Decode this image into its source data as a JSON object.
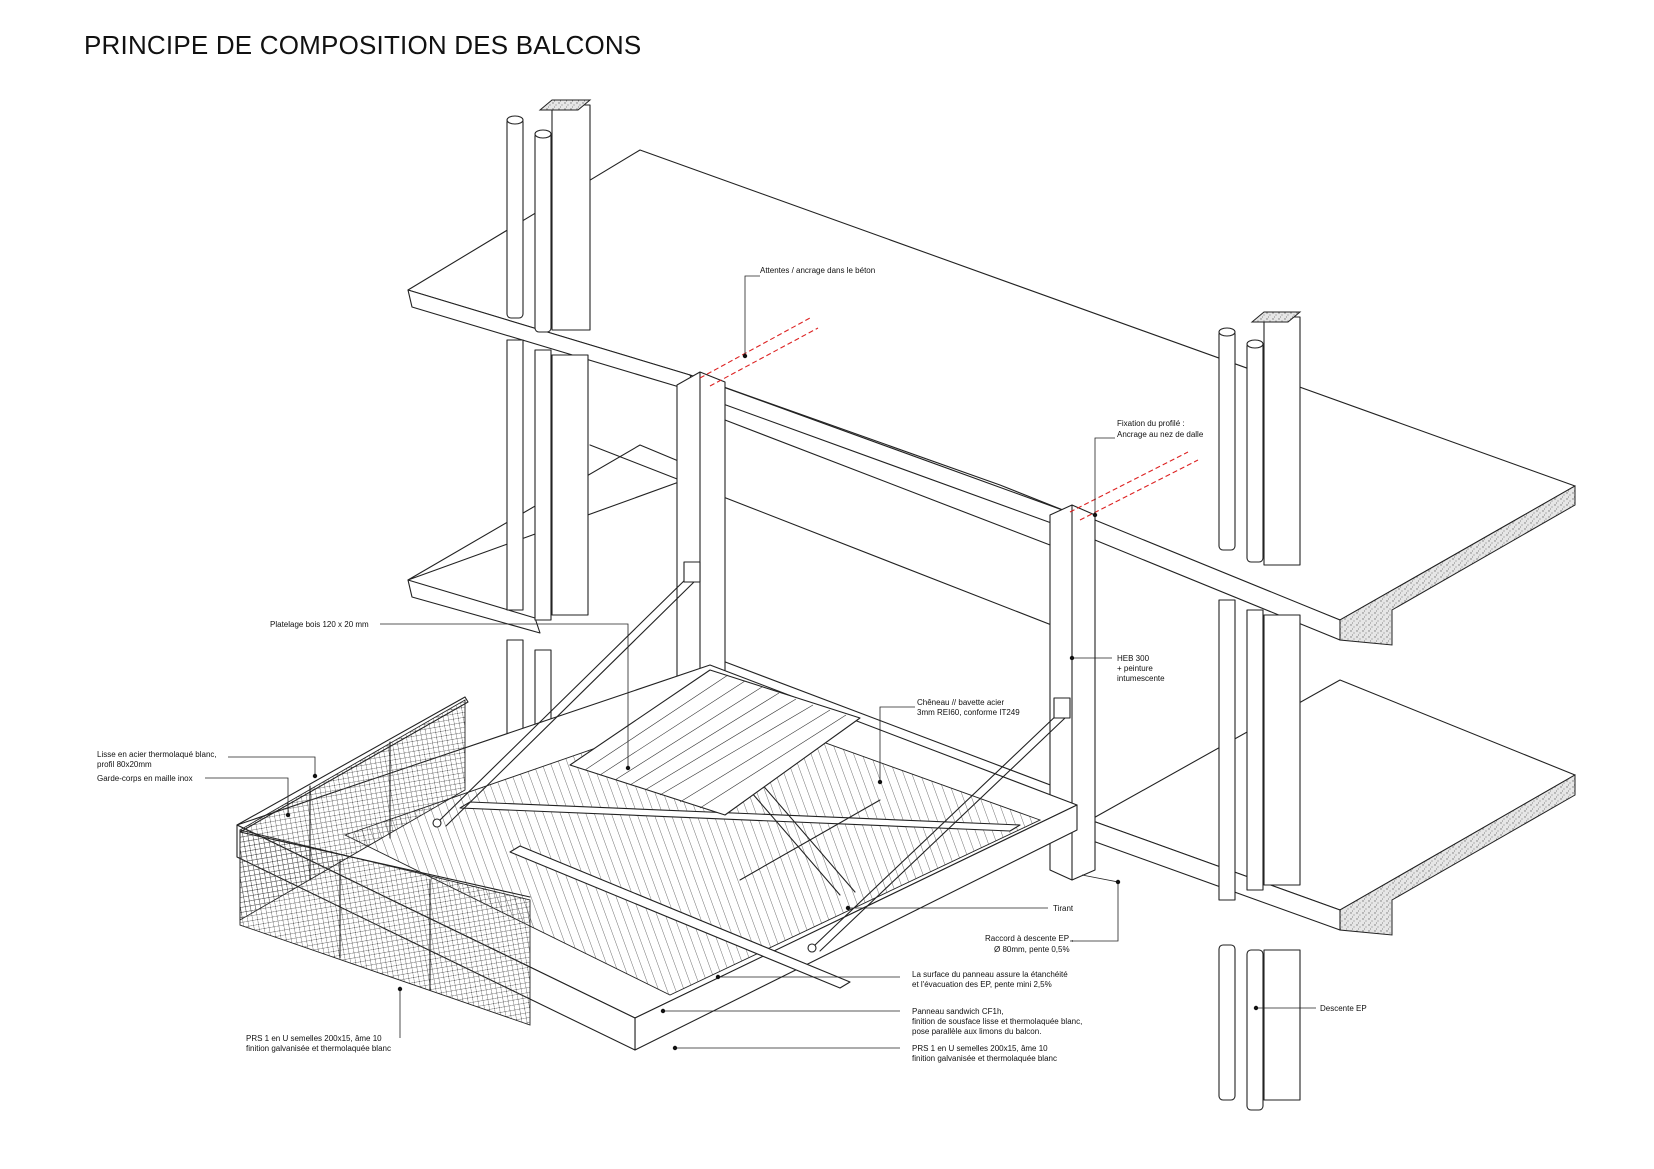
{
  "title": "PRINCIPE DE COMPOSITION DES BALCONS",
  "annotations": {
    "attentes": [
      "Attentes / ancrage dans le béton"
    ],
    "fixation": [
      "Fixation du profilé :",
      "Ancrage au nez de dalle"
    ],
    "platelage": [
      "Platelage bois 120 x 20 mm"
    ],
    "heb": [
      "HEB 300",
      "+ peinture",
      "intumescente"
    ],
    "cheneau": [
      "Chêneau // bavette acier",
      "3mm  REI60, conforme IT249"
    ],
    "lisse": [
      "Lisse en acier thermolaqué blanc,",
      "profil 80x20mm"
    ],
    "garde_corps": [
      "Garde-corps en maille inox"
    ],
    "tirant": [
      "Tirant"
    ],
    "raccord": [
      "Raccord à descente EP ,",
      "Ø 80mm, pente 0,5%"
    ],
    "surface": [
      "La surface du panneau assure la étanchéité",
      "et l'évacuation des EP, pente mini 2,5%"
    ],
    "panneau": [
      "Panneau sandwich CF1h,",
      "finition de sousface lisse et thermolaquée blanc,",
      "pose parallèle aux limons du balcon."
    ],
    "prs_left": [
      "PRS 1 en U semelles 200x15, âme 10",
      "finition galvanisée et thermolaquée blanc"
    ],
    "prs_right": [
      "PRS 1 en U semelles 200x15, âme 10",
      "finition galvanisée et thermolaquée blanc"
    ],
    "descente": [
      "Descente EP"
    ]
  },
  "colors": {
    "line": "#222222",
    "anchor_dashed": "#dd2222",
    "background": "#ffffff"
  }
}
